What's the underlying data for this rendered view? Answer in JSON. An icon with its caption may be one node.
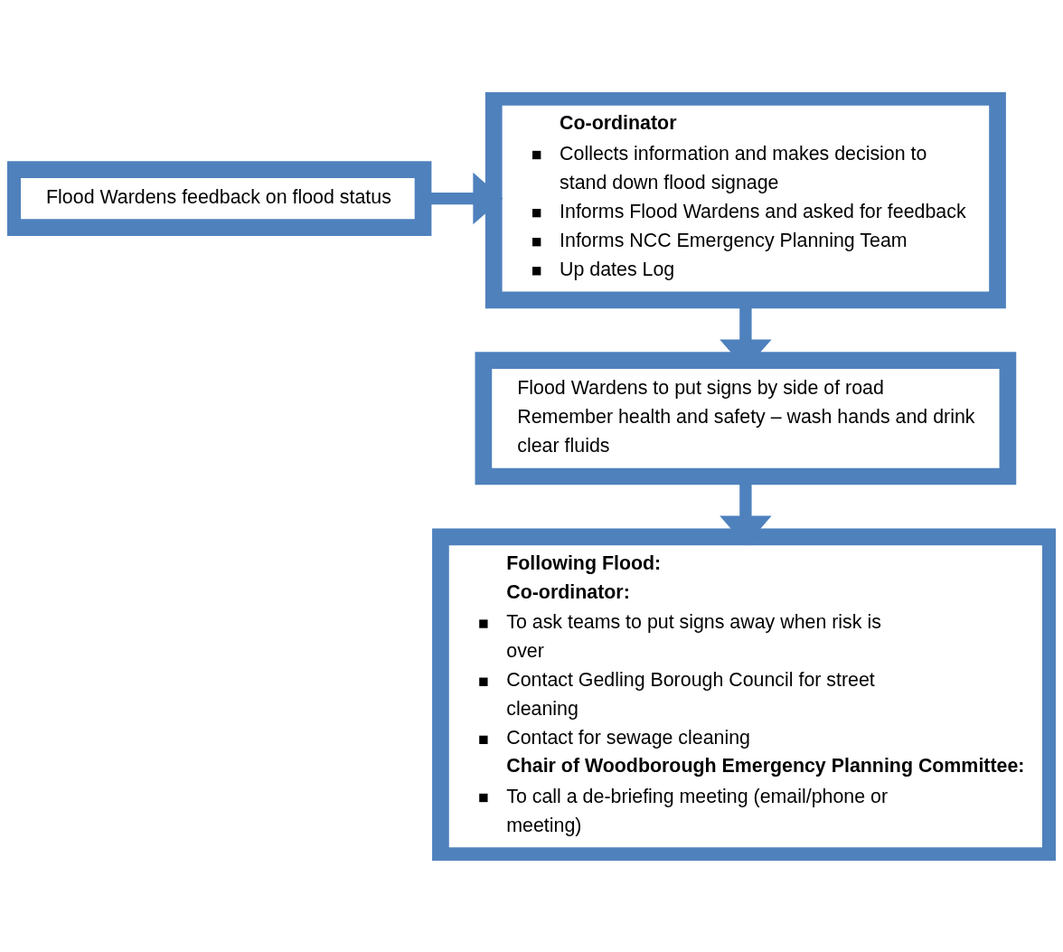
{
  "diagram": {
    "nodes": [
      {
        "text": [
          "Flood Wardens feedback on flood status"
        ]
      },
      {
        "text": [
          "Co-ordinator",
          "Collects information and makes decision to stand down flood signage",
          "Informs Flood Wardens and asked for feedback",
          "Informs NCC Emergency Planning Team",
          "Up dates Log"
        ]
      },
      {
        "text": [
          "Flood Wardens to put signs by side of road",
          "Remember health and safety – wash hands and drink clear fluids"
        ]
      },
      {
        "text": [
          "Following Flood:",
          "Co-ordinator:",
          "To ask teams to put signs away when risk is over",
          "Contact Gedling Borough Council for street cleaning",
          "Contact for sewage cleaning",
          "Chair of Woodborough Emergency Planning Committee:",
          "To call a de-briefing meeting (email/phone or meeting)"
        ]
      }
    ],
    "edges": [
      {
        "from": 0,
        "to": 1,
        "arrow": "to"
      },
      {
        "from": 1,
        "to": 2,
        "arrow": "to"
      },
      {
        "from": 2,
        "to": 3,
        "arrow": "to"
      }
    ]
  }
}
